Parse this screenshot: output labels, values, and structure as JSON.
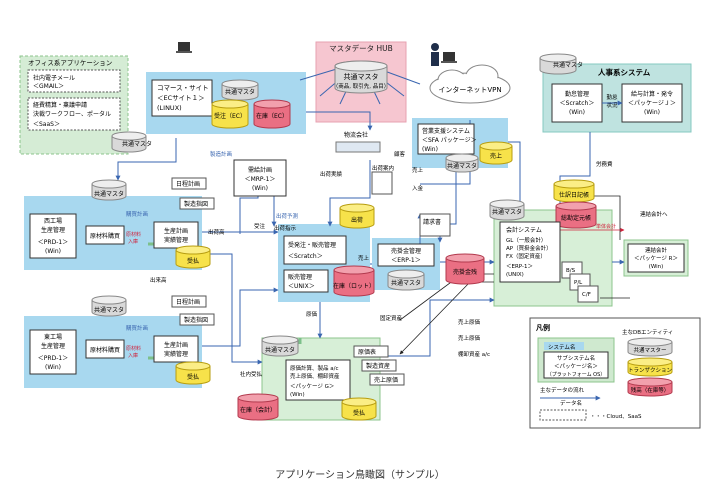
{
  "colors": {
    "blue_zone": "#a8d8ef",
    "green_zone": "#cfe9cf",
    "pink_zone": "#f6c6d0",
    "teal_zone": "#bfe3e0",
    "line_blue": "#3a66b0",
    "link_green": "#7cc08a",
    "master_db": "#d9d9d9",
    "transaction_db": "#f7e24a",
    "history_db": "#ea6f83",
    "red": "#d0203a"
  },
  "master_hub": {
    "title": "マスタデータ HUB",
    "db_title": "共通マスタ",
    "db_sub": "（商品, 取引先, 品目）"
  },
  "office_apps": {
    "title": "オフィス系アプリケーション",
    "mail_1": "社内電子メール",
    "mail_2": "＜GMAIL＞",
    "exp_1": "経費精算・稟議申請",
    "exp_2": "決裁ワークフロー、ポータル",
    "exp_3": "＜SaaS＞",
    "common_master": "共通マスタ"
  },
  "ec": {
    "line_1": "コマース・サイト",
    "line_2": "＜ECサイト１＞",
    "line_3": "(LINUX)",
    "master": "共通マスタ",
    "orders": "受注（EC）",
    "stock": "在庫（EC）"
  },
  "vpn": {
    "cloud": "インターネットVPN",
    "common_master": "共通マスタ"
  },
  "hr": {
    "title": "人事系システム",
    "attendance_1": "勤怠管理",
    "attendance_2": "＜Scratch＞",
    "attendance_3": "(Win)",
    "attendance_status_1": "勤怠",
    "attendance_status_2": "状況",
    "payroll_1": "給与計算・発令",
    "payroll_2": "＜パッケージＪ＞",
    "payroll_3": "(Win)"
  },
  "sales_support": {
    "line_1": "営業支援システム",
    "line_2": "＜SFA パッケージ＞",
    "line_3": "(Win)",
    "master": "共通マスタ",
    "sales": "売上"
  },
  "logistics": {
    "company": "物流会社",
    "shipping_results": "出荷実績",
    "customer": "顧客",
    "invoice_sender": "出荷案内",
    "entry": "入金",
    "sales_upper": "売上",
    "invoice": "請求書",
    "shipment": "出荷",
    "shipment_instruction": "出荷指示"
  },
  "mrp": {
    "line_1": "需給計画",
    "line_2": "＜MRP-1＞",
    "line_3": "(Win)",
    "demand_plan": "製造計画",
    "output_plan": "出荷予測"
  },
  "west_factory": {
    "title_1": "西工場",
    "title_2": "生産管理",
    "prd_1": "＜PRD-1＞",
    "prd_2": "(Win)",
    "master": "共通マスタ",
    "schedule": "日程計画",
    "mfg_instr": "製造指図",
    "purchase_plan": "購買計画",
    "materials": "原材料購買",
    "mat_in_1": "原材料",
    "mat_in_2": "入庫",
    "plan_1": "生産計画",
    "plan_2": "実績管理",
    "payable": "受払",
    "ship_out": "出荷高",
    "receive": "出来高"
  },
  "east_factory": {
    "title_1": "東工場",
    "title_2": "生産管理",
    "prd_1": "＜PRD-1＞",
    "prd_2": "(Win)",
    "master": "共通マスタ",
    "schedule": "日程計画",
    "mfg_instr": "製造指図",
    "purchase_plan": "購買計画",
    "materials": "原材料購買",
    "mat_in_1": "原材料",
    "mat_in_2": "入庫",
    "plan_1": "生産計画",
    "plan_2": "実績管理",
    "payable": "受払"
  },
  "order_mgmt": {
    "line_1": "受発注・販売管理",
    "line_2": "＜Scratch＞",
    "line_3": "販売管理",
    "line_4": "＜UNIX＞",
    "order": "受注",
    "stock_lot": "在庫（ロット）",
    "sales_right": "売上"
  },
  "ar": {
    "line_1": "売掛金管理",
    "line_2": "＜ERP-1＞",
    "master": "共通マスタ",
    "ar_db": "売掛金残"
  },
  "accounting": {
    "title": "会計システム",
    "gl": "GL（一般会計）",
    "ap": "AP（買掛金会計）",
    "fx": "FX（固定資産）",
    "erp_1": "＜ERP-1＞",
    "erp_2": "(UNIX)",
    "journal": "仕訳日記帳",
    "ledger": "総勘定元帳",
    "master": "共通マスタ",
    "bs": "B/S",
    "pl": "P/L",
    "cf": "C/F",
    "consolidate_out": "連結会計へ",
    "labor_cost": "労務費",
    "monthly_results": "単体会計"
  },
  "consolidation": {
    "line_1": "連結会計",
    "line_2": "＜パッケージ R＞",
    "line_3": "(Win)"
  },
  "purchasing": {
    "master": "共通マスタ",
    "line_1": "原価計算、製品 a/c",
    "line_2": "売上原価、棚卸資産",
    "line_3": "＜パッケージ G＞",
    "line_4": "(Win)",
    "stock_acc": "在庫（会計）",
    "payable": "受払",
    "cost_table": "原価表",
    "mfg_assets": "製造資産",
    "cogs": "売上原価",
    "sales_total": "売上原価",
    "inventory": "棚卸資産 a/c",
    "in_house_payable": "社内受払",
    "cost": "原価",
    "ar_cost": "売上原価",
    "fixed_assets": "固定資産"
  },
  "legend": {
    "title": "凡例",
    "system_name": "システム名",
    "sys_line_1": "サブシステム名",
    "sys_line_2": "＜パッケージ名＞",
    "sys_line_3": "（プラットフォーム OS）",
    "db_title": "主なDBエンティティ",
    "db_master": "共通マスター",
    "db_trans": "トランザクション",
    "db_hist": "残高（在庫等）",
    "flow_title": "主なデータの流れ",
    "flow_data": "データ名",
    "cloud_saas": "・・・Cloud、SaaS"
  },
  "caption": "アプリケーション鳥瞰図（サンプル）"
}
